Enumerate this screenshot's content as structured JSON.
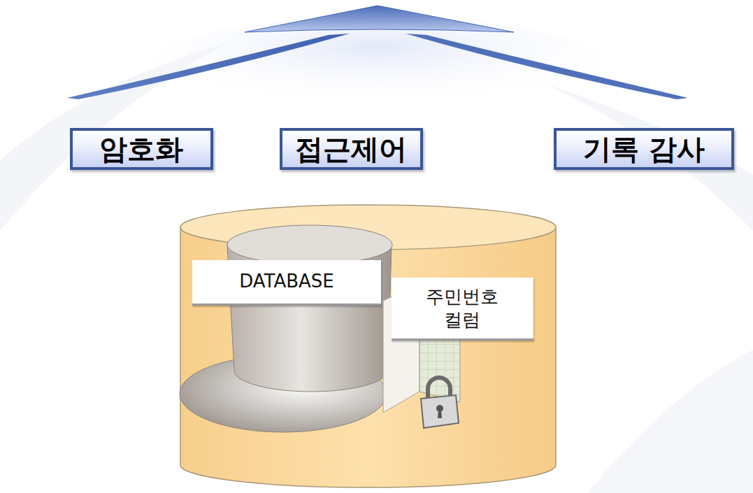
{
  "diagram": {
    "nodes": [
      {
        "text": [
          "암호화"
        ]
      },
      {
        "text": [
          "접근제어"
        ]
      },
      {
        "text": [
          "기록 감사"
        ]
      },
      {
        "text": [
          "DATABASE"
        ]
      },
      {
        "text": [
          "주민번호 컬럼"
        ]
      }
    ]
  }
}
